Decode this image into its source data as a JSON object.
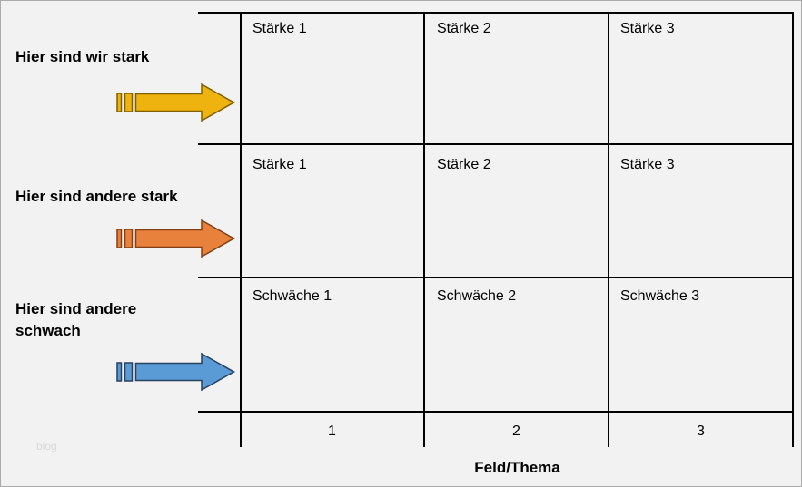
{
  "page": {
    "background_color": "#F2F2F2",
    "line_color": "#000000",
    "watermark": "blog"
  },
  "rows": [
    {
      "label": "Hier sind wir stark",
      "arrow": {
        "name": "yellow-striped-arrow",
        "fill": "#EFB30F",
        "stroke": "#7F6000"
      },
      "cells": [
        "Stärke 1",
        "Stärke 2",
        "Stärke 3"
      ]
    },
    {
      "label": "Hier sind andere stark",
      "arrow": {
        "name": "orange-striped-arrow",
        "fill": "#E8813C",
        "stroke": "#843F15"
      },
      "cells": [
        "Stärke 1",
        "Stärke 2",
        "Stärke 3"
      ]
    },
    {
      "label": "Hier sind andere\nschwach",
      "arrow": {
        "name": "blue-striped-arrow",
        "fill": "#5B9BD5",
        "stroke": "#26415F"
      },
      "cells": [
        "Schwäche 1",
        "Schwäche 2",
        "Schwäche 3"
      ]
    }
  ],
  "axis": {
    "ticks": [
      "1",
      "2",
      "3"
    ],
    "title": "Feld/Thema"
  }
}
